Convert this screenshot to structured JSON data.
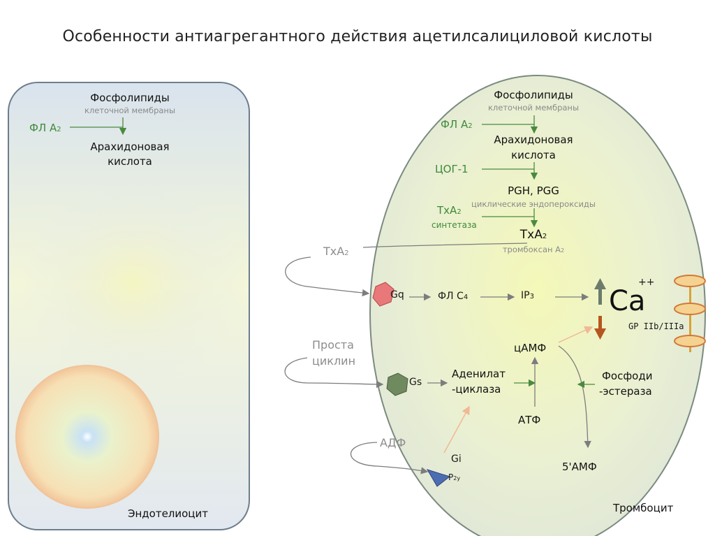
{
  "title": "Особенности антиагрегантного действия ацетилсалициловой кислоты",
  "endothelial": {
    "phospholipids": "Фосфолипиды",
    "membrane": "клеточной мембраны",
    "pla2": "ФЛ А",
    "pla2_sub": "2",
    "arachidonic": "Арахидоновая",
    "acid": "кислота",
    "cell_label": "Эндотелиоцит"
  },
  "platelet": {
    "phospholipids": "Фосфолипиды",
    "membrane": "клеточной мембраны",
    "pla2": "ФЛ А",
    "pla2_sub": "2",
    "arachidonic": "Арахидоновая",
    "acid": "кислота",
    "cox1": "ЦОГ-1",
    "pgh_pgg": "PGH, PGG",
    "endoperoxides": "циклические эндопероксиды",
    "txa2_synth": "TxA",
    "txa2_synth_sub": "2",
    "synthase": "синтетаза",
    "txa2": "TxA",
    "txa2_sub": "2",
    "thromboxane": "тромбоксан А",
    "thromboxane_sub": "2",
    "gq": "Gq",
    "plc4": "ФЛ С",
    "plc4_sub": "4",
    "ip3": "IP",
    "ip3_sub": "3",
    "ca": "Ca",
    "ca_charge": "++",
    "gp": "GP IIb/IIIa",
    "camp": "цАМФ",
    "gs": "Gs",
    "adenylate1": "Аденилат",
    "adenylate2": "-циклаза",
    "pde1": "Фосфоди",
    "pde2": "-эстераза",
    "atp": "АТФ",
    "gi": "Gi",
    "p2y": "P",
    "p2y_sub": "2y",
    "amp5": "5'АМФ",
    "cell_label": "Тромбоцит"
  },
  "external": {
    "txa2": "TxA",
    "txa2_sub": "2",
    "prostacyclin1": "Проста",
    "prostacyclin2": "циклин",
    "adp": "АДФ"
  },
  "colors": {
    "green_arrow": "#4a8a3f",
    "gray_arrow": "#8a8a8a",
    "peach_arrow": "#f0b894",
    "ca_down": "#b5561f",
    "ca_up": "#6b7c6c",
    "receptor_gq": "#e56a6a",
    "receptor_gs": "#6f8a5f",
    "receptor_p2y": "#3d5aa6"
  }
}
